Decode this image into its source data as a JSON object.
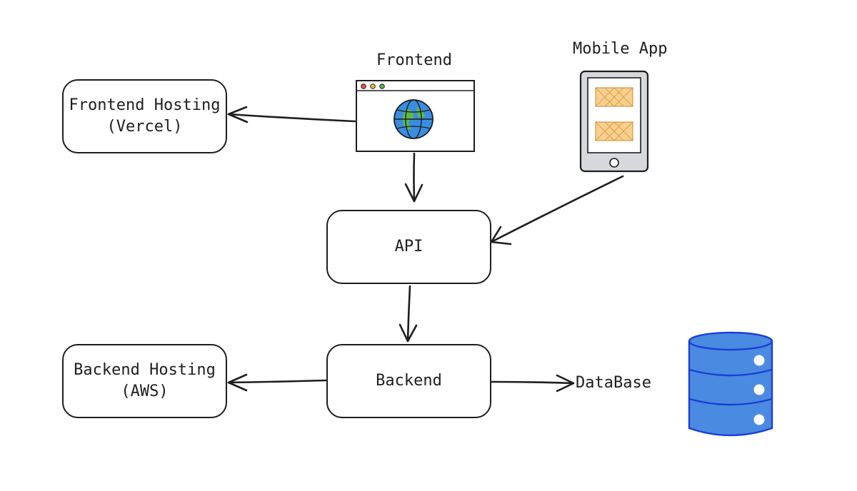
{
  "diagram": {
    "nodes": {
      "frontend_hosting": {
        "label": "Frontend Hosting\n(Vercel)"
      },
      "frontend": {
        "label": "Frontend",
        "icon": "browser-window-globe-icon"
      },
      "mobile_app": {
        "label": "Mobile App",
        "icon": "mobile-phone-icon"
      },
      "api": {
        "label": "API"
      },
      "backend": {
        "label": "Backend"
      },
      "backend_hosting": {
        "label": "Backend Hosting\n(AWS)"
      },
      "database": {
        "label": "DataBase",
        "icon": "database-icon"
      }
    },
    "edges": [
      {
        "from": "frontend",
        "to": "frontend_hosting"
      },
      {
        "from": "frontend",
        "to": "api"
      },
      {
        "from": "mobile_app",
        "to": "api"
      },
      {
        "from": "api",
        "to": "backend"
      },
      {
        "from": "backend",
        "to": "backend_hosting"
      },
      {
        "from": "backend",
        "to": "database"
      }
    ]
  },
  "colors": {
    "stroke": "#1e1e1e",
    "database_fill": "#4a8ae0",
    "database_stroke": "#1a3fd6",
    "globe_fill": "#3a8de0",
    "globe_land": "#5dbb46",
    "phone_body": "#d6d8dc",
    "phone_screen_block": "#f7cf8e",
    "browser_dot_red": "#e5534b",
    "browser_dot_yellow": "#e9b949",
    "browser_dot_green": "#56b35a"
  }
}
